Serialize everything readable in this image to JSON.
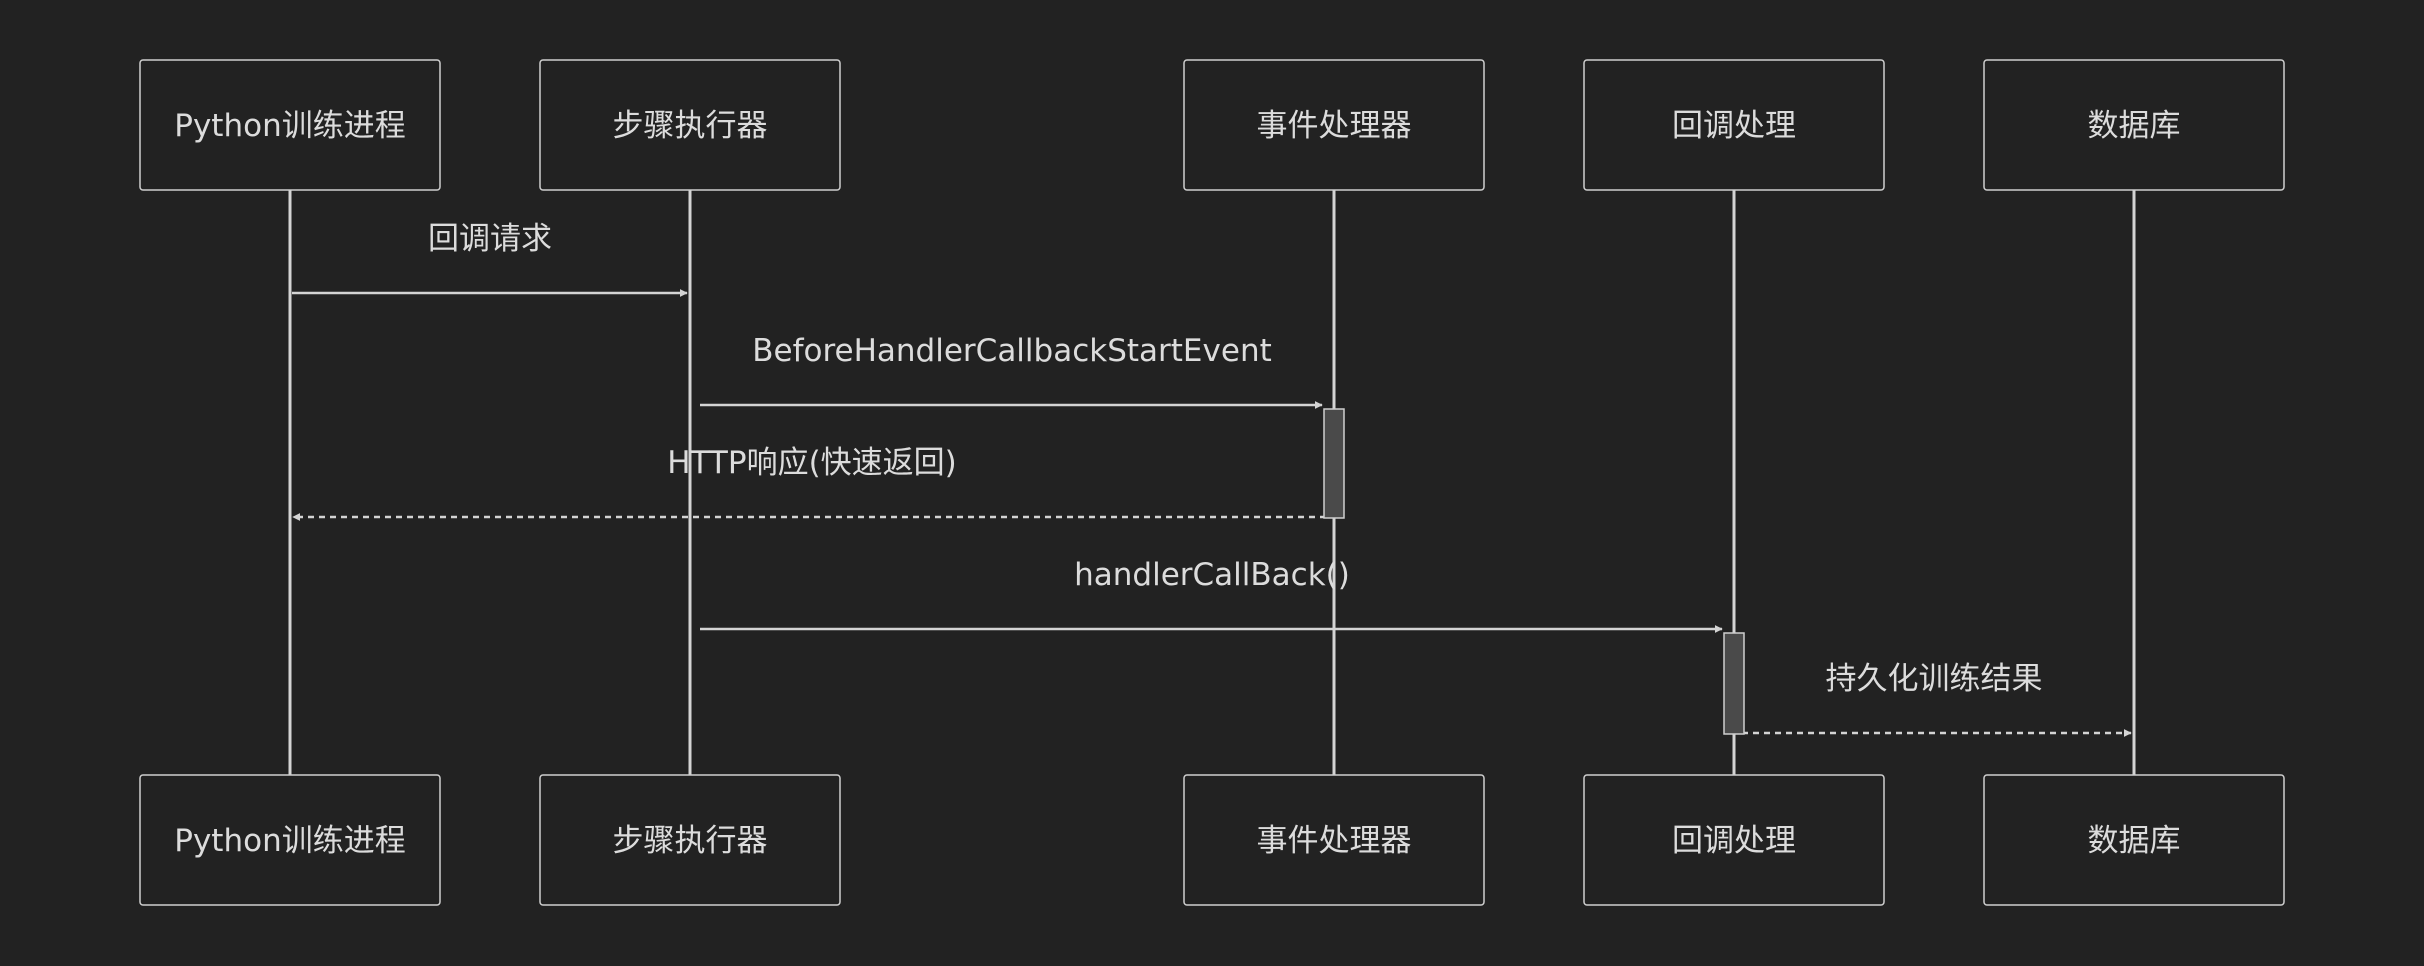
{
  "participants": [
    {
      "id": "python",
      "label": "Python训练进程"
    },
    {
      "id": "executor",
      "label": "步骤执行器"
    },
    {
      "id": "event",
      "label": "事件处理器"
    },
    {
      "id": "callback",
      "label": "回调处理"
    },
    {
      "id": "db",
      "label": "数据库"
    }
  ],
  "messages": [
    {
      "from": "python",
      "to": "executor",
      "label": "回调请求",
      "style": "solid"
    },
    {
      "from": "executor",
      "to": "event",
      "label": "BeforeHandlerCallbackStartEvent",
      "style": "solid"
    },
    {
      "from": "event",
      "to": "python",
      "label": "HTTP响应(快速返回)",
      "style": "dashed"
    },
    {
      "from": "executor",
      "to": "callback",
      "label": "handlerCallBack()",
      "style": "solid"
    },
    {
      "from": "callback",
      "to": "db",
      "label": "持久化训练结果",
      "style": "dashed"
    }
  ],
  "activations": [
    {
      "participant": "event",
      "from_message": 1,
      "to_message": 2
    },
    {
      "participant": "callback",
      "from_message": 3,
      "to_message": 4
    }
  ],
  "colors": {
    "background": "#222222",
    "box_fill": "#222222",
    "box_stroke": "#cfcfcf",
    "line": "#d4d4d4",
    "text": "#dcdcdc",
    "activation_fill": "#4a4a4a"
  }
}
